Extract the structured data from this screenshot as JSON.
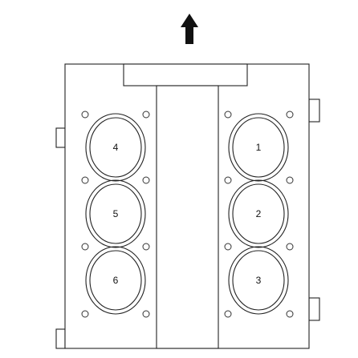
{
  "diagram": {
    "arrow_icon": "up-arrow-icon",
    "line_color": "#222222",
    "background": "#ffffff",
    "left_bank": {
      "cylinders": [
        {
          "label": "4"
        },
        {
          "label": "5"
        },
        {
          "label": "6"
        }
      ]
    },
    "right_bank": {
      "cylinders": [
        {
          "label": "1"
        },
        {
          "label": "2"
        },
        {
          "label": "3"
        }
      ]
    }
  }
}
